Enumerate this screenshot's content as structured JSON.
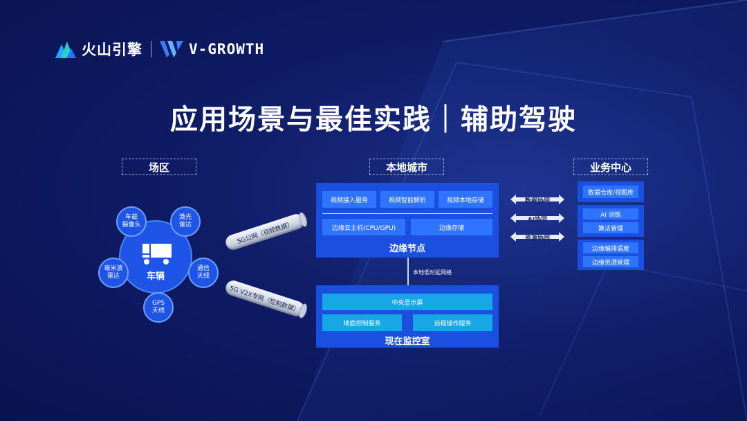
{
  "brand": {
    "name_cn": "火山引擎",
    "name_en": "V-GROWTH"
  },
  "title": "应用场景与最佳实践｜辅助驾驶",
  "sections": {
    "site": "场区",
    "city": "本地城市",
    "business": "业务中心"
  },
  "vehicle": {
    "center": "车辆",
    "sensors": [
      "车载\n摄像头",
      "激光\n雷达",
      "毫米波\n雷达",
      "通信\n天线",
      "GPS\n天线"
    ]
  },
  "links": {
    "video_net": "5G公网（视频数据）",
    "v2x_net": "5G V2X专网（控制数据）"
  },
  "edge_node": {
    "title": "边缘节点",
    "services": [
      "视频接入服务",
      "视频智能解析",
      "视频本地存储"
    ],
    "hosts": [
      "边缘云主机(CPU/GPU)",
      "边缘存储"
    ]
  },
  "delay_label": "本地低时延网络",
  "control_room": {
    "title": "现在监控室",
    "display": "中央显示屏",
    "services": [
      "地面控制服务",
      "远程操作服务"
    ]
  },
  "sync": [
    "数据协同",
    "AI协同",
    "资源协同"
  ],
  "business_center": {
    "group1": [
      "数据仓库/视图库"
    ],
    "group2": [
      "AI 训练",
      "算法管理"
    ],
    "group3": [
      "边缘编排调度",
      "边缘资源管理"
    ]
  }
}
